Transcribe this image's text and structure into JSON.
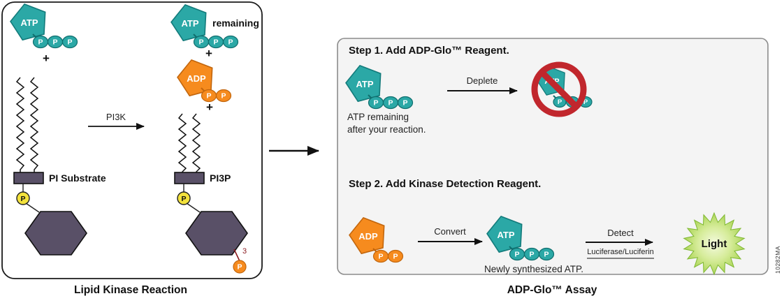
{
  "labels": {
    "atp": "ATP",
    "adp": "ADP",
    "p": "P",
    "plus": "+",
    "remaining": "remaining"
  },
  "left_panel": {
    "enzyme": "PI3K",
    "substrate": "PI Substrate",
    "product": "PI3P",
    "position3": "3",
    "caption": "Lipid Kinase Reaction"
  },
  "right_panel": {
    "step1_title": "Step 1. Add ADP-Glo™ Reagent.",
    "atp_remaining_line1": "ATP remaining",
    "atp_remaining_line2": "after your reaction.",
    "deplete": "Deplete",
    "step2_title": "Step 2. Add Kinase Detection Reagent.",
    "convert": "Convert",
    "newly_synthesized": "Newly synthesized ATP.",
    "detect": "Detect",
    "detect_sub": "Luciferase/Luciferin",
    "light": "Light",
    "caption": "ADP-Glo™ Assay"
  },
  "watermark": "10282MA",
  "colors": {
    "teal": "#2BA8A6",
    "orange": "#F68B1E",
    "purple": "#595067",
    "yellow": "#F3E23C",
    "prohibition_red": "#C1272D",
    "position_red": "#8B1A1F",
    "light_green": "#9ACB3C",
    "panel_gray": "#F4F4F4"
  }
}
